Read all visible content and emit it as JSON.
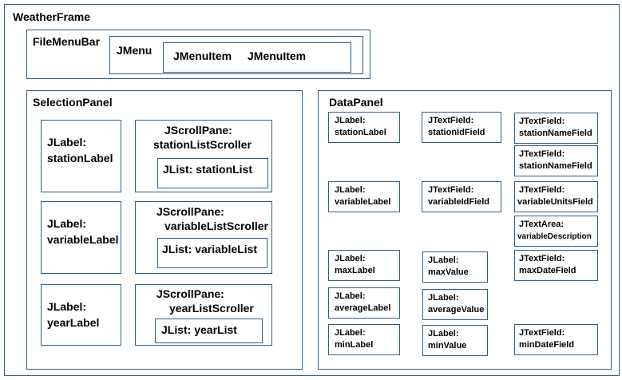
{
  "weather_frame": {
    "title": "WeatherFrame"
  },
  "file_menu_bar": {
    "title": "FileMenuBar",
    "menu": "JMenu",
    "items": [
      "JMenuItem",
      "JMenuItem"
    ]
  },
  "selection_panel": {
    "title": "SelectionPanel",
    "labels": [
      {
        "type": "JLabel:",
        "name": "stationLabel"
      },
      {
        "type": "JLabel:",
        "name": "variableLabel"
      },
      {
        "type": "JLabel:",
        "name": "yearLabel"
      }
    ],
    "scroll_panes": [
      {
        "type": "JScrollPane:",
        "name": "stationListScroller",
        "list": "JList: stationList"
      },
      {
        "type": "JScrollPane:",
        "name": "variableListScroller",
        "list": "JList: variableList"
      },
      {
        "type": "JScrollPane:",
        "name": "yearListScroller",
        "list": "JList: yearList"
      }
    ]
  },
  "data_panel": {
    "title": "DataPanel",
    "cells": {
      "station_label": {
        "type": "JLabel:",
        "name": "stationLabel"
      },
      "station_id_field": {
        "type": "JTextField:",
        "name": "stationIdField"
      },
      "station_name_field_1": {
        "type": "JTextField:",
        "name": "stationNameField"
      },
      "station_name_field_2": {
        "type": "JTextField:",
        "name": "stationNameField"
      },
      "variable_label": {
        "type": "JLabel:",
        "name": "variableLabel"
      },
      "variable_id_field": {
        "type": "JTextField:",
        "name": "variableIdField"
      },
      "variable_units_field": {
        "type": "JTextField:",
        "name": "variableUnitsField"
      },
      "variable_description": {
        "type": "JTextArea:",
        "name": "variableDescription"
      },
      "max_label": {
        "type": "JLabel:",
        "name": "maxLabel"
      },
      "max_value": {
        "type": "JLabel:",
        "name": "maxValue"
      },
      "max_date_field": {
        "type": "JTextField:",
        "name": "maxDateField"
      },
      "average_label": {
        "type": "JLabel:",
        "name": "averageLabel"
      },
      "average_value": {
        "type": "JLabel:",
        "name": "averageValue"
      },
      "min_label": {
        "type": "JLabel:",
        "name": "minLabel"
      },
      "min_value": {
        "type": "JLabel:",
        "name": "minValue"
      },
      "min_date_field": {
        "type": "JTextField:",
        "name": "minDateField"
      }
    }
  }
}
